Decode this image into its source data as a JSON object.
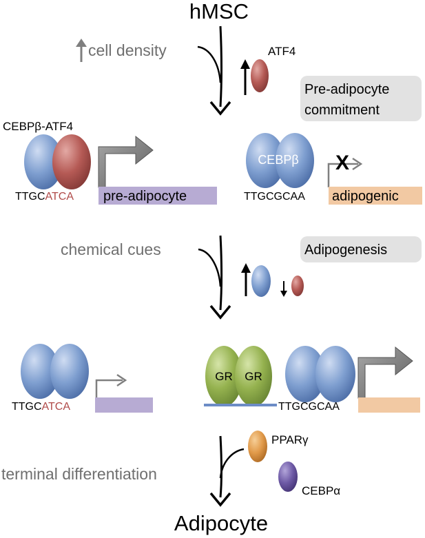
{
  "title_top": "hMSC",
  "title_bottom": "Adipocyte",
  "stage1": {
    "input_arrow_icon": "up-arrow-icon",
    "input_label": "cell density",
    "tf_label": "ATF4",
    "box_label_line1": "Pre-adipocyte",
    "box_label_line2": "commitment",
    "complex_label": "CEBPβ-ATF4",
    "left_seq_black": "TTGC",
    "left_seq_red": "ATCA",
    "left_gene_label": "pre-adipocyte",
    "right_protein_label": "CEBPβ",
    "right_blocked_mark": "X",
    "right_seq": "TTGCGCAA",
    "right_gene_label": "adipogenic"
  },
  "stage2": {
    "input_label": "chemical cues",
    "box_label": "Adipogenesis",
    "left_seq_black": "TTGC",
    "left_seq_red": "ATCA",
    "gr_label_1": "GR",
    "gr_label_2": "GR",
    "right_seq": "TTGCGCAA"
  },
  "stage3": {
    "input_label": "terminal differentiation",
    "tf1_label": "PPARγ",
    "tf2_label": "CEBPα"
  },
  "colors": {
    "blue_protein": "#7f9fd0",
    "red_protein": "#b55a55",
    "green_protein": "#95b24f",
    "orange_protein": "#e19a4a",
    "purple_protein": "#6e5aa6",
    "purple_gene": "#b7abd3",
    "orange_gene": "#f2c9a3",
    "gray_box": "#e2e2e2",
    "arrow_gray": "#7f7f7f",
    "red_text": "#b04a48"
  }
}
